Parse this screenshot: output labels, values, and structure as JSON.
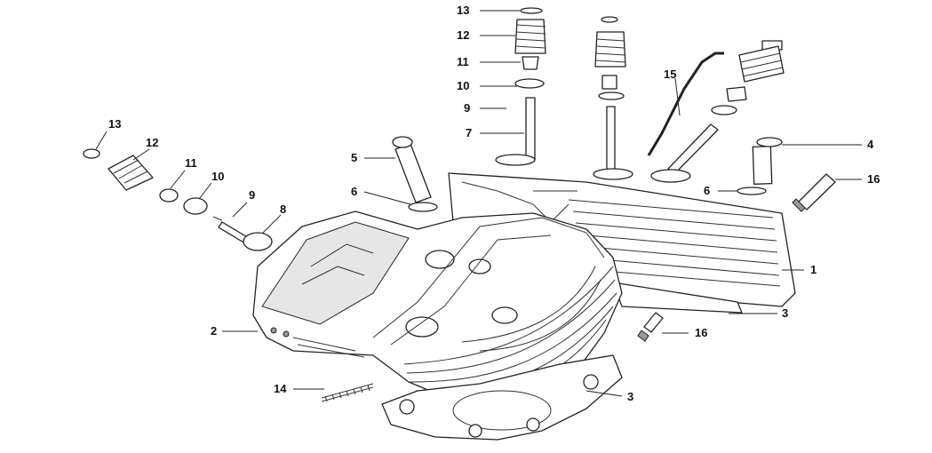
{
  "callouts": {
    "c13a": "13",
    "c12a": "12",
    "c11a": "11",
    "c10a": "10",
    "c9a": "9",
    "c7": "7",
    "c5": "5",
    "c6a": "6",
    "c15": "15",
    "c4": "4",
    "c6b": "6",
    "c16a": "16",
    "c1": "1",
    "c3a": "3",
    "c16b": "16",
    "c2": "2",
    "c14": "14",
    "c3b": "3",
    "c13b": "13",
    "c12b": "12",
    "c11b": "11",
    "c10b": "10",
    "c9b": "9",
    "c8": "8"
  },
  "colors": {
    "line": "#222222",
    "fill": "#ffffff",
    "shade": "#e6e6e6"
  }
}
